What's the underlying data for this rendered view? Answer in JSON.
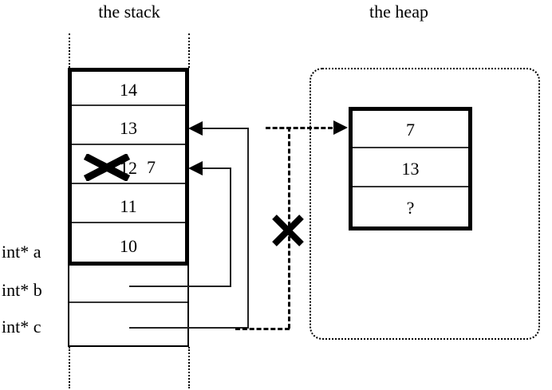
{
  "titles": {
    "stack": "the stack",
    "heap": "the heap"
  },
  "stack": {
    "cells": [
      {
        "value": "14"
      },
      {
        "value": "13"
      },
      {
        "value": "12",
        "struck": true,
        "annotation": "7"
      },
      {
        "value": "11"
      },
      {
        "value": "10"
      }
    ],
    "variables": [
      {
        "label": "int* a"
      },
      {
        "label": "int* b"
      },
      {
        "label": "int* c"
      }
    ]
  },
  "heap": {
    "cells": [
      {
        "value": "7"
      },
      {
        "value": "13"
      },
      {
        "value": "?"
      }
    ]
  },
  "marks": {
    "invalid_pointer": "×",
    "struck_value": "×"
  },
  "colors": {
    "ink": "#000000",
    "line": "#222222",
    "background": "#ffffff"
  }
}
